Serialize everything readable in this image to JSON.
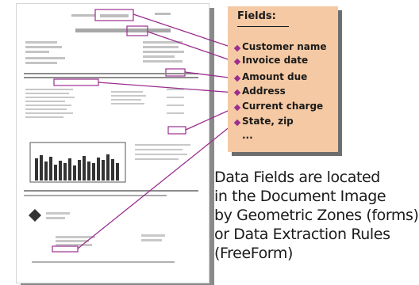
{
  "fields_panel": {
    "title": "Fields:",
    "items": [
      {
        "label": "Customer name",
        "bullet": true
      },
      {
        "label": "Invoice date",
        "bullet": true
      },
      {
        "label": "Amount due",
        "bullet": true
      },
      {
        "label": "Address",
        "bullet": true
      },
      {
        "label": "Current charge",
        "bullet": true
      },
      {
        "label": "State, zip",
        "bullet": true
      },
      {
        "label": "...",
        "bullet": false
      }
    ]
  },
  "description": {
    "lines": [
      "Data Fields are located",
      "in the Document Image",
      "by Geometric Zones (forms)",
      "or Data Extraction Rules",
      "(FreeForm)"
    ]
  },
  "colors": {
    "panel_background": "#f5c9a3",
    "connector": "#9b2e8f",
    "shadow": "#8a8a8a"
  }
}
